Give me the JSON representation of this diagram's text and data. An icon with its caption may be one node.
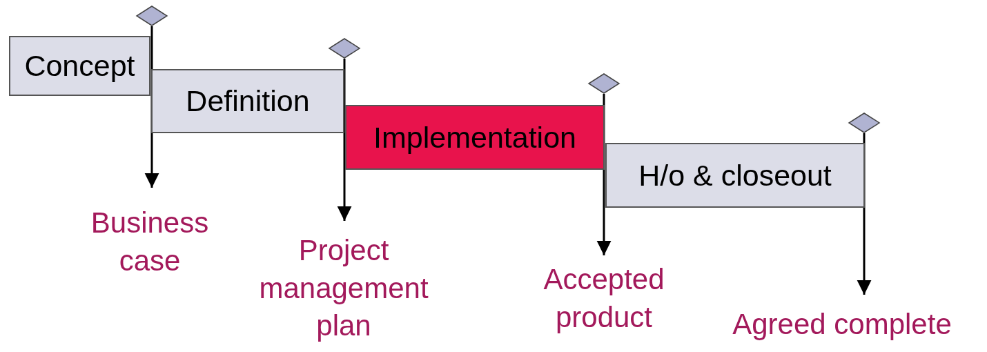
{
  "diagram": {
    "nodes": [
      {
        "text": [
          "Concept"
        ]
      },
      {
        "text": [
          "Definition"
        ]
      },
      {
        "text": [
          "Implementation"
        ]
      },
      {
        "text": [
          "H/o & closeout"
        ]
      },
      {
        "text": [],
        "shape": "diamond"
      },
      {
        "text": [],
        "shape": "diamond"
      },
      {
        "text": [],
        "shape": "diamond"
      },
      {
        "text": [],
        "shape": "diamond"
      },
      {
        "text": [
          "Business case"
        ]
      },
      {
        "text": [
          "Project management plan"
        ]
      },
      {
        "text": [
          "Accepted product"
        ]
      },
      {
        "text": [
          "Agreed complete"
        ]
      }
    ],
    "edges": [
      {
        "from": 4,
        "to": 8,
        "arrow": "to"
      },
      {
        "from": 5,
        "to": 9,
        "arrow": "to"
      },
      {
        "from": 6,
        "to": 10,
        "arrow": "to"
      },
      {
        "from": 7,
        "to": 11,
        "arrow": "to"
      }
    ]
  }
}
